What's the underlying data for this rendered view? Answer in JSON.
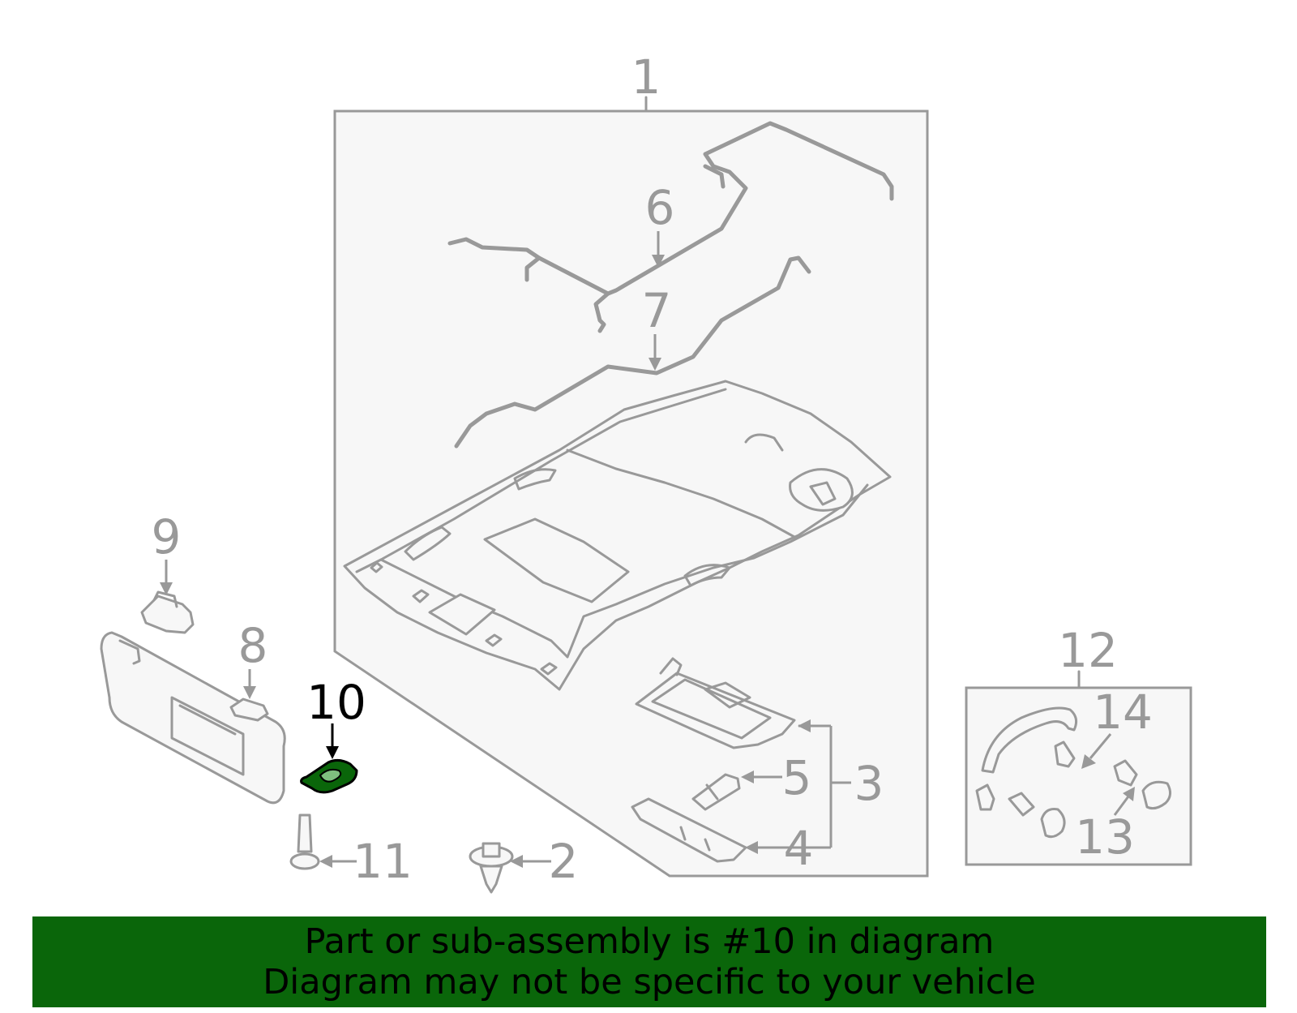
{
  "callouts": {
    "c1": "1",
    "c2": "2",
    "c3": "3",
    "c4": "4",
    "c5": "5",
    "c6": "6",
    "c7": "7",
    "c8": "8",
    "c9": "9",
    "c10": "10",
    "c11": "11",
    "c12": "12",
    "c13": "13",
    "c14": "14"
  },
  "highlight": {
    "part": "10",
    "color": "#0a660a"
  },
  "banner": {
    "line1": "Part or sub-assembly is #10 in diagram",
    "line2": "Diagram may not be specific to your vehicle",
    "background": "#0a660a"
  }
}
